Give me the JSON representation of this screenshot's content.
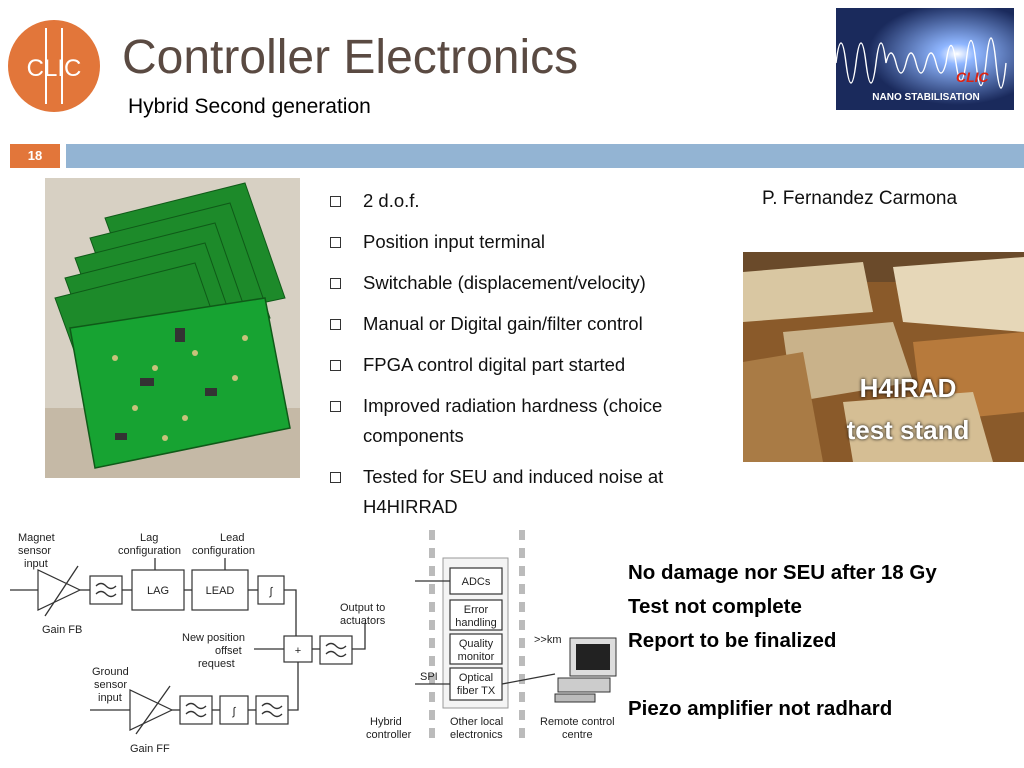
{
  "header": {
    "title": "Controller Electronics",
    "subtitle": "Hybrid Second generation",
    "slide_number": "18",
    "logo_text": "CLIC",
    "badge_text_1": "CLIC",
    "badge_text_2": "NANO STABILISATION"
  },
  "author": "P. Fernandez Carmona",
  "bullets": [
    "2 d.o.f.",
    "Position input terminal",
    "Switchable (displacement/velocity)",
    "Manual or Digital gain/filter control",
    "FPGA control digital part started",
    "Improved radiation hardness (choice components",
    "Tested for SEU and induced noise at H4HIRRAD"
  ],
  "photo_label": {
    "line1": "H4IRAD",
    "line2": "test stand"
  },
  "results": [
    "No damage nor SEU after 18 Gy",
    "Test not complete",
    "Report to be finalized",
    "",
    "Piezo amplifier not radhard"
  ],
  "diagram": {
    "magnet_sensor_input": [
      "Magnet",
      "sensor",
      "input"
    ],
    "gain_fb": "Gain FB",
    "lag_config": [
      "Lag",
      "configuration"
    ],
    "lead_config": [
      "Lead",
      "configuration"
    ],
    "lag": "LAG",
    "lead": "LEAD",
    "integral": "∫",
    "output_to_actuators": [
      "Output to",
      "actuators"
    ],
    "new_position": [
      "New position",
      "offset",
      "request"
    ],
    "plus": "+",
    "ground_sensor_input": [
      "Ground",
      "sensor",
      "input"
    ],
    "gain_ff": "Gain FF",
    "adcs": "ADCs",
    "error_handling": [
      "Error",
      "handling"
    ],
    "quality_monitor": [
      "Quality",
      "monitor"
    ],
    "optical_fiber_tx": [
      "Optical",
      "fiber TX"
    ],
    "km": ">>km",
    "spi": "SPI",
    "hybrid_controller": [
      "Hybrid",
      "controller"
    ],
    "other_local": [
      "Other local",
      "electronics"
    ],
    "remote_control": [
      "Remote control",
      "centre"
    ]
  }
}
